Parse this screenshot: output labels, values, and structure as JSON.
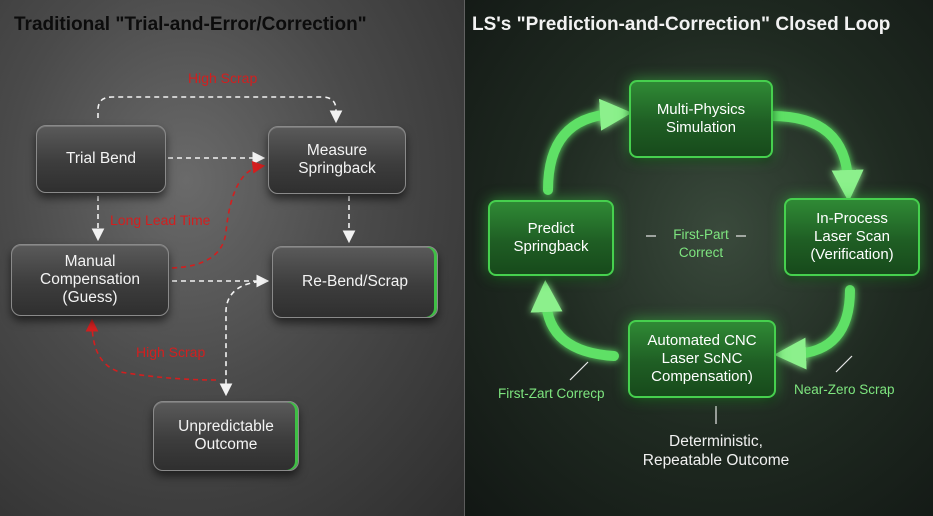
{
  "left": {
    "title": "Traditional \"Trial-and-Error/Correction\"",
    "boxes": {
      "trial_bend": "Trial Bend",
      "measure_springback": [
        "Measure",
        "Springback"
      ],
      "manual_compensation": [
        "Manual",
        "Compensation",
        "(Guess)"
      ],
      "rebend_scrap": "Re-Bend/Scrap",
      "unpredictable_outcome": [
        "Unpredictable",
        "Outcome"
      ]
    },
    "labels": {
      "high_scrap_top": "High Scrap",
      "long_lead_time": "Long Lead Time",
      "high_scrap_bottom": "High Scrap"
    }
  },
  "right": {
    "title": "LS's \"Prediction-and-Correction\" Closed Loop",
    "boxes": {
      "simulation": [
        "Multi-Physics",
        "Simulation"
      ],
      "laser_scan": [
        "In-Process",
        "Laser Scan",
        "(Verification)"
      ],
      "cnc_compensation": [
        "Automated CNC",
        "Laser ScNC",
        "Compensation)"
      ],
      "predict_springback": [
        "Predict",
        "Springback"
      ]
    },
    "labels": {
      "center": [
        "First-Part",
        "Correct"
      ],
      "first_zart": "First-Zart Correcp",
      "near_zero": "Near-Zero Scrap",
      "outcome": [
        "Deterministic,",
        "Repeatable Outcome"
      ]
    }
  },
  "colors": {
    "accent_green": "#46d04e",
    "warning_red": "#d21f1f"
  }
}
